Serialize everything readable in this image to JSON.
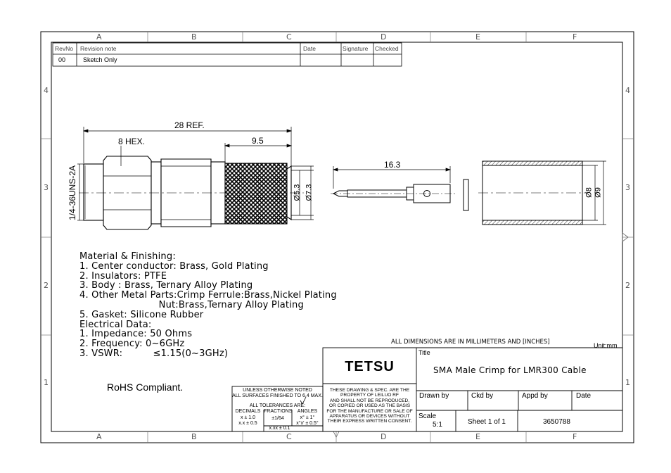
{
  "zone_letters": [
    "A",
    "B",
    "C",
    "D",
    "E",
    "F"
  ],
  "zone_numbers": [
    "4",
    "3",
    "2",
    "1"
  ],
  "revision_table": {
    "headers": [
      "RevNo",
      "Revision note",
      "Date",
      "Signature",
      "Checked"
    ],
    "row": {
      "rev": "00",
      "note": "Sketch Only",
      "date": "",
      "signature": "",
      "checked": ""
    }
  },
  "dimensions": {
    "overall": "28 REF.",
    "hex": "8 HEX.",
    "crimp_length": "9.5",
    "thread": "1/4-36UNS-2A",
    "dia_inner": "Ø5.3",
    "dia_outer": "Ø7.3",
    "pin_length": "16.3",
    "ferrule_inner": "Ø8",
    "ferrule_outer": "Ø9"
  },
  "notes": [
    "Material & Finishing:",
    "1. Center conductor: Brass, Gold Plating",
    "2. Insulators: PTFE",
    "3. Body : Brass, Ternary Alloy Plating",
    "4. Other Metal Parts:Crimp Ferrule:Brass,Nickel Plating",
    "                          Nut:Brass,Ternary Alloy Plating",
    "5. Gasket: Silicone Rubber",
    "Electrical Data:",
    "1. Impedance: 50 Ohms",
    "2. Frequency: 0~6GHz",
    "3. VSWR:          ≤1.15(0~3GHz)"
  ],
  "rohs": "RoHS Compliant.",
  "all_dimensions_note": "ALL DIMENSIONS ARE IN MILLIMETERS AND [INCHES]",
  "unit": "Unit:mm",
  "tolerance_block": {
    "line1": "UNLESS OTHERWISE NOTED",
    "line2": "ALL SURFACES FINISHED TO 6.4 MAX.",
    "line3": "ALL TOLERANCES ARE:",
    "headers": [
      "DECIMALS",
      "FRACTIONS",
      "ANGLES"
    ],
    "dec1": "x ± 1.0",
    "dec2": "x.x ± 0.5",
    "frac": "±1/64",
    "ang1": "x° ± 1°",
    "ang2": "x°x' ± 0.5°",
    "xxx": "x.xx ± 0.1"
  },
  "property_note": [
    "THESE DRAWING & SPEC. ARE THE",
    "PROPERTY OF LEILUO RF",
    "AND SHALL NOT BE REPRODUCED,",
    "OR COPIED OR USED AS THE BASIS",
    "FOR THE MANUFACTURE OR SALE OF",
    "APPARATUS OR DEVICES WITHOUT",
    "THEIR EXPRESS WRITTEN CONSENT."
  ],
  "title_block": {
    "company": "TETSU",
    "title_label": "Title",
    "title": "SMA Male Crimp for LMR300 Cable",
    "drawn_by": "Drawn by",
    "ckd_by": "Ckd by",
    "appd_by": "Appd by",
    "date": "Date",
    "scale_label": "Scale",
    "scale": "5:1",
    "sheet": "Sheet 1 of 1",
    "part_no": "3650788"
  }
}
